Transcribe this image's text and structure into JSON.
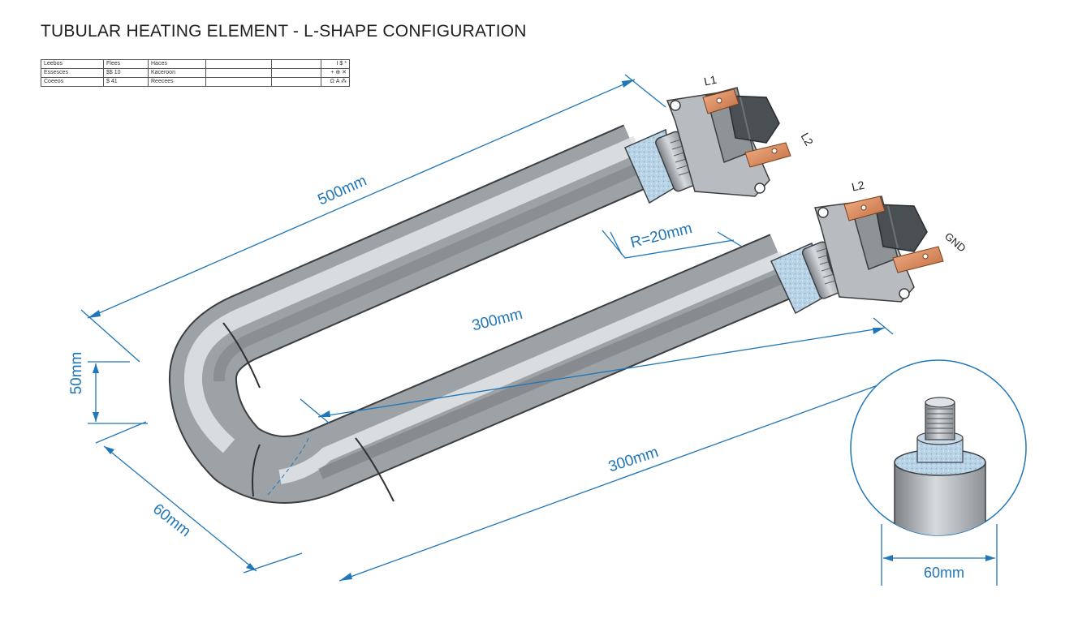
{
  "title": "TUBULAR HEATING ELEMENT - L-SHAPE CONFIGURATION",
  "legend_table": [
    [
      "Leebos",
      "Flees",
      "Haces",
      "",
      "",
      "I  $  *"
    ],
    [
      "Essesces",
      "$$ 10",
      "Kaceroon",
      "",
      "",
      "+  ⊕  ✕"
    ],
    [
      "Coeeos",
      "$  41",
      "Reecees",
      "",
      "",
      "Ω  A  ⁂"
    ]
  ],
  "dimensions": {
    "length_top": "500mm",
    "bend_radius": "R=20mm",
    "length_inner": "300mm",
    "length_bottom": "300mm",
    "height": "50mm",
    "width": "60mm",
    "detail_width": "60mm"
  },
  "terminals": {
    "upper_a": "L1",
    "upper_b": "L2",
    "lower_a": "L2",
    "lower_b": "GND"
  },
  "colors": {
    "dimension_line": "#1f76b8",
    "tube_steel": "#a9adb2",
    "copper_tab": "#d9895a",
    "insulation": "#b9d3e6"
  }
}
